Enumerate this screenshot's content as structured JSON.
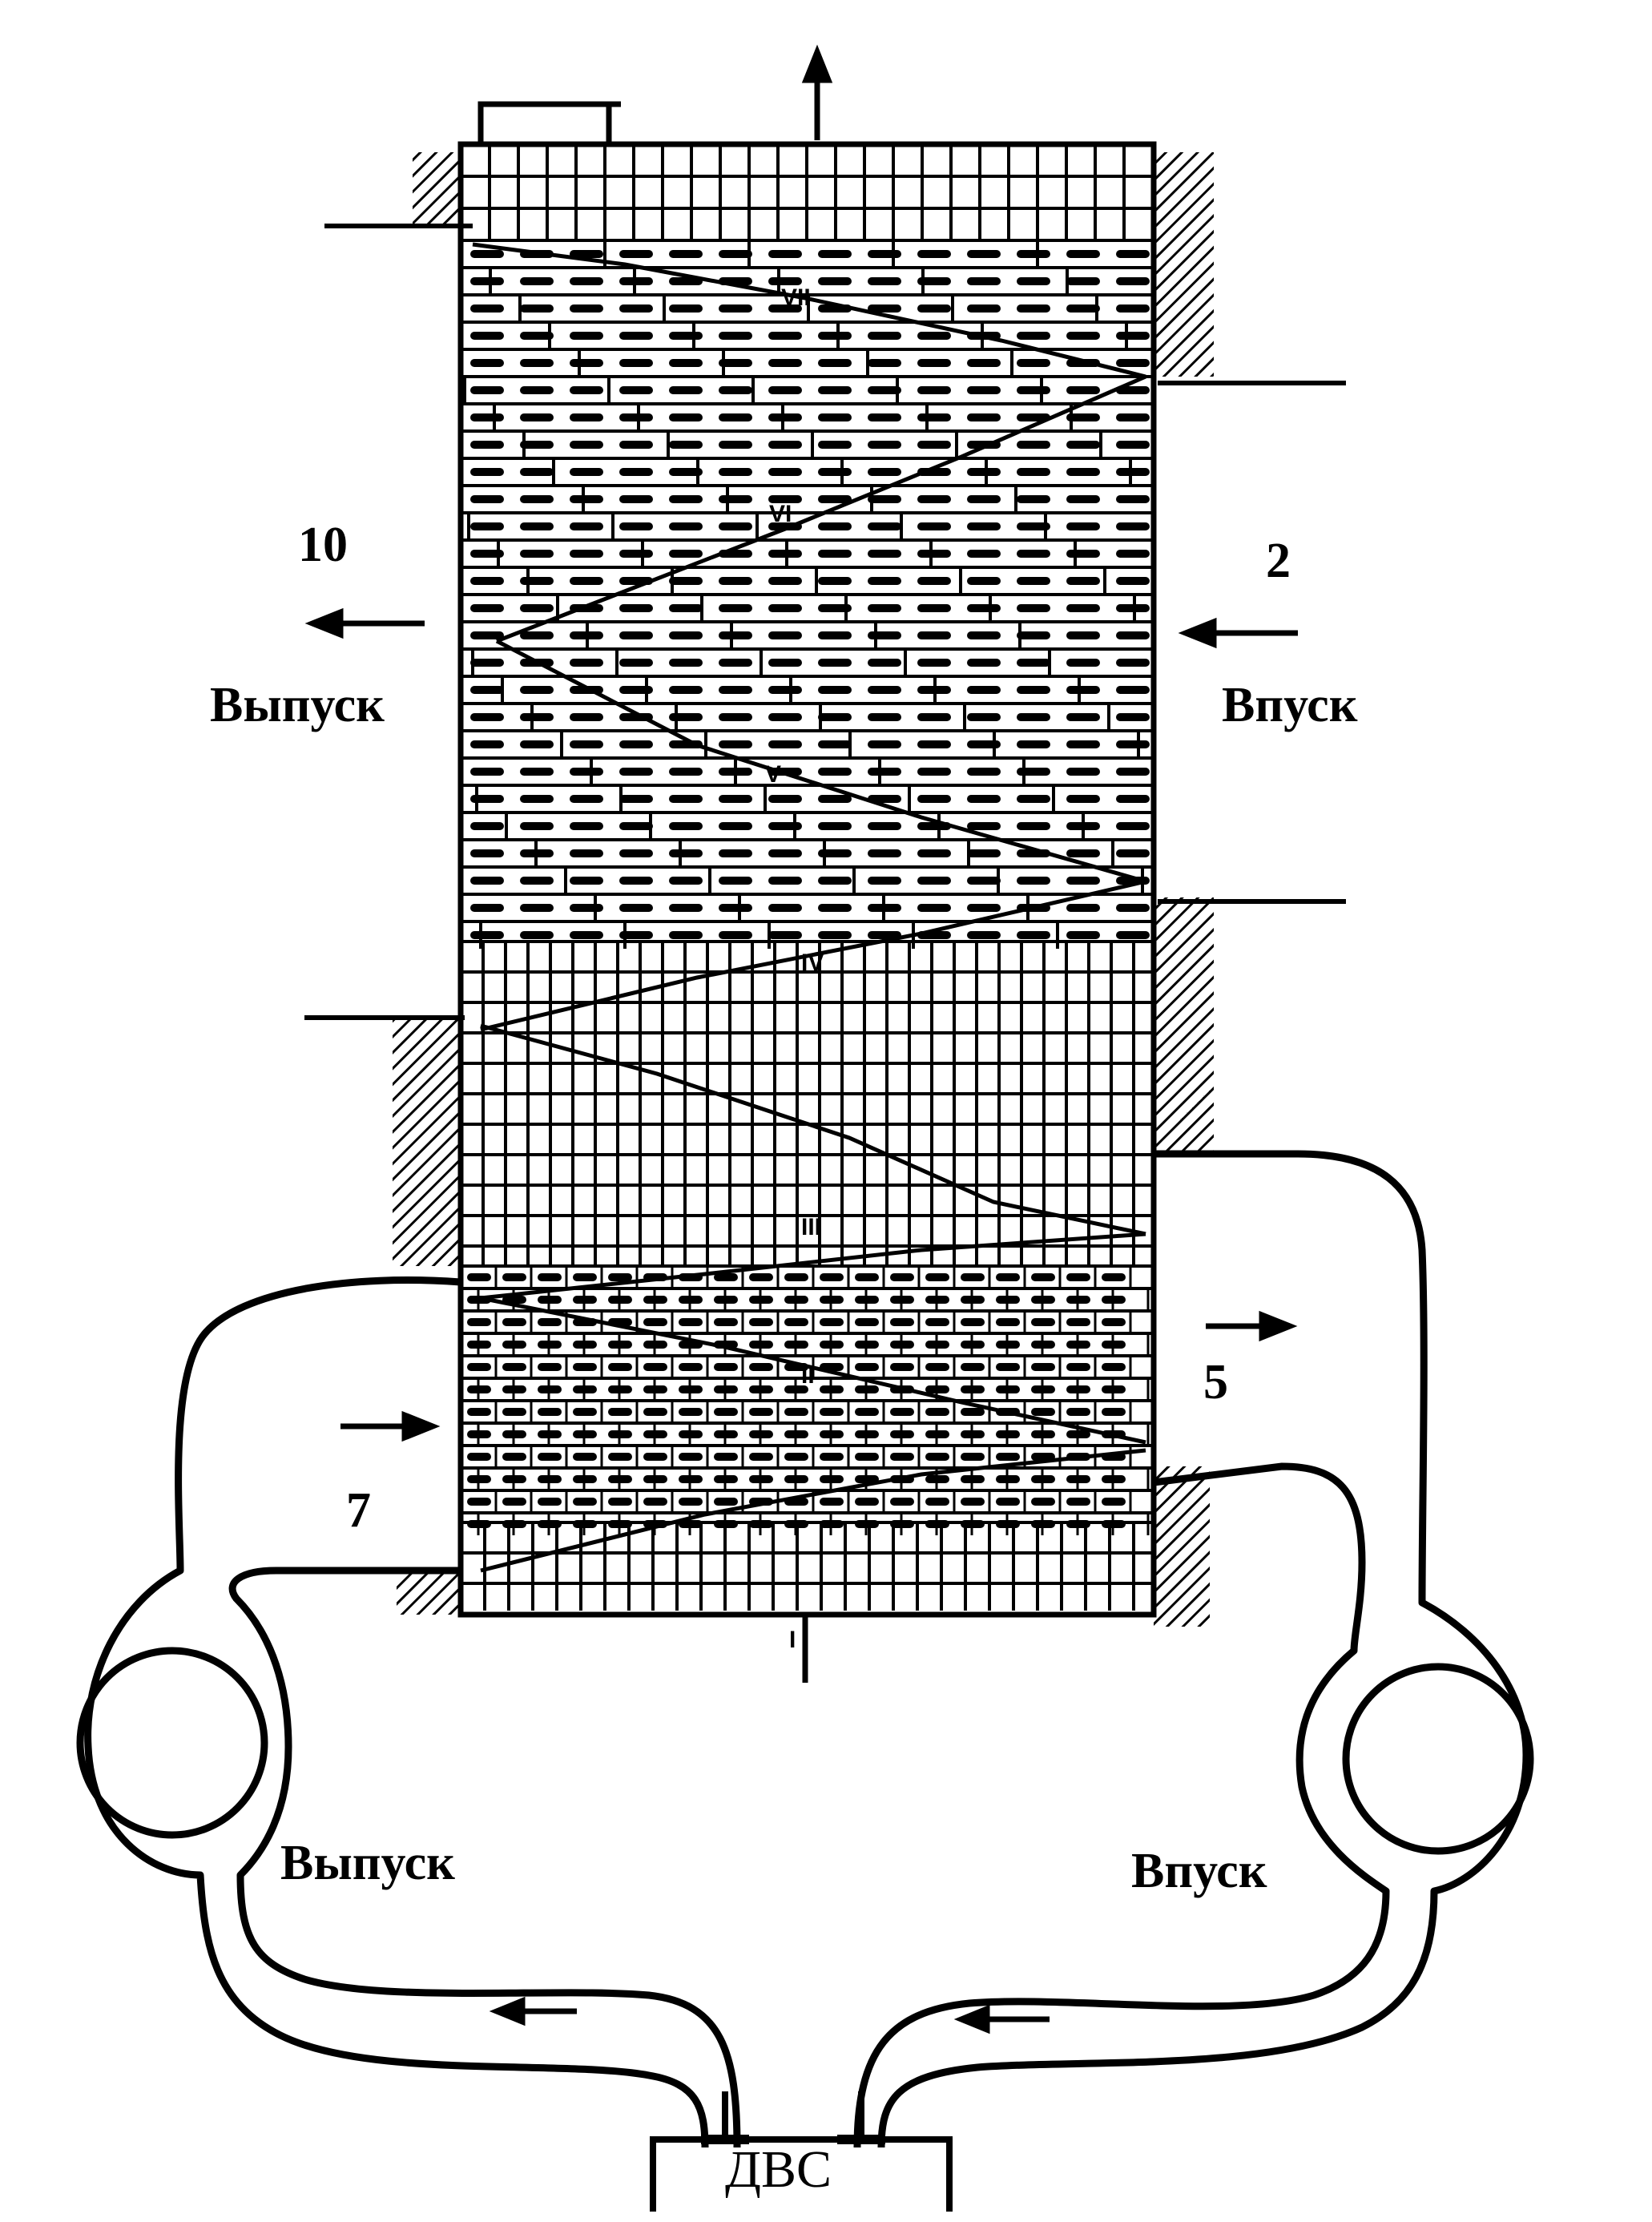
{
  "diagram": {
    "labels": {
      "left_number": "10",
      "right_number": "2",
      "left_port": "Выпуск",
      "right_port": "Впуск",
      "lower_right_number": "5",
      "lower_left_number": "7",
      "bottom_left": "Выпуск",
      "bottom_right": "Впуск",
      "engine": "ДВС"
    },
    "zones": [
      "VII",
      "VI",
      "V",
      "IV",
      "III",
      "II",
      "I"
    ],
    "colors": {
      "ink": "#000000",
      "paper": "#ffffff"
    },
    "icons": [
      "arrow-up-icon",
      "arrow-left-icon",
      "arrow-right-icon"
    ]
  }
}
